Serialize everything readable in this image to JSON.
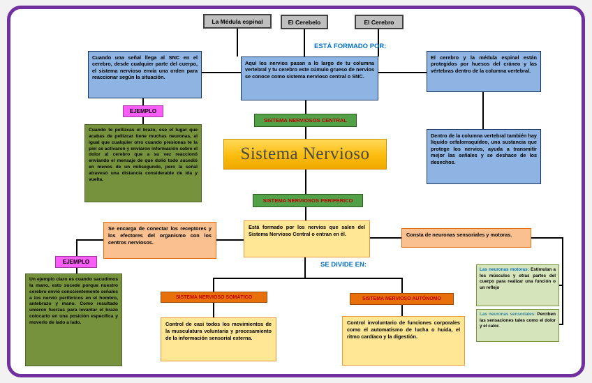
{
  "colors": {
    "frame_border": "#7030A0",
    "connector_label_blue": "#0070C0",
    "label_text_red": "#C00000",
    "central_label_green": "#53A146",
    "division_label_orange": "#E8700A",
    "title_gold": "#FBBC0D",
    "ejemplo_pink": "#FB5EF8"
  },
  "title": "Sistema Nervioso",
  "top_row": {
    "medula": "La Médula espinal",
    "cerebelo": "El Cerebelo",
    "cerebro": "El Cerebro"
  },
  "labels": {
    "esta_formado": "ESTÁ FORMADO POR:",
    "se_divide": "SE DIVIDE EN:",
    "ejemplo1": "EJEMPLO",
    "ejemplo2": "EJEMPLO",
    "snc": "SISTEMA NERVIOSOS CENTRAL",
    "snp": "SISTEMA NERVIOSOS PERIFÉRICO",
    "somatico": "SISTEMA NERVIOSO SOMÁTICO",
    "autonomo": "SISTEMA NERVIOSO AUTÓNOMO"
  },
  "blue": {
    "senal_snc": "Cuando una señal llega al SNC en el cerebro, desde cualquier parte del cuerpo, el sistema nervioso envía una orden para reaccionar según la situación.",
    "nervios_columna": "Aquí los nervios pasan a lo largo de tu columna vertebral y tu cerebro este cúmulo grueso de nervios se conoce como sistema nervioso central o SNC.",
    "protegidos": "El cerebro y la médula espinal están protegidos por huesos del cráneo y las vértebras dentro de la columna vertebral.",
    "liquido": "Dentro de la columna vertebral también hay líquido cefalorraquídeo, una sustancia que protege los nervios, ayuda a transmitir mejor las señales y se deshace de los desechos."
  },
  "green_examples": {
    "pellizco": "Cuando te pellizcas el brazo, ese el lugar que acabas de pellizcar tiene muchas neuronas, al igual que cualquier otro cuando presionas te la piel se activaron y enviaron información sobre el dolor al cerebro que a su vez reaccionó enviando el mensaje de que dolió todo sucedió en menos de un milisegundo, pero la señal atravesó una distancia considerable de ida y vuelta.",
    "sacudir_mano": "Un ejemplo claro es cuando sacudimos la mano, esto sucede porque nuestro cerebro envió conscientemente señales a los nervio periféricos en el hombro, antebrazo y mano. Como resultado unieron fuerzas para levantar el brazo colocarlo en una posición específica y moverlo de lado a lado."
  },
  "peripheral": {
    "conectar": "Se encarga de conectar los receptores y los efectores del organismo con los centros nerviosos.",
    "formado": "Está formado por los nervios que salen del Sistema Nervioso Central o entran en él.",
    "consta": "Consta de neuronas sensoriales y motoras.",
    "somatico_desc": "Control de casi todos los movimientos de la musculatura voluntaria y procesamiento de la información sensorial externa.",
    "autonomo_desc": "Control involuntario de funciones corporales como el automatismo de lucha o huida, el ritmo cardíaco y la digestión."
  },
  "neurons": {
    "motoras_title": "Las neuronas motoras:",
    "motoras_body": "Estimulan a los músculos y otras partes del cuerpo para realizar una función o un reflejo",
    "sensoriales_title": "Las neuronas sensoriales:",
    "sensoriales_body": "Perciben las sensaciones tales como el dolor y el calor."
  }
}
